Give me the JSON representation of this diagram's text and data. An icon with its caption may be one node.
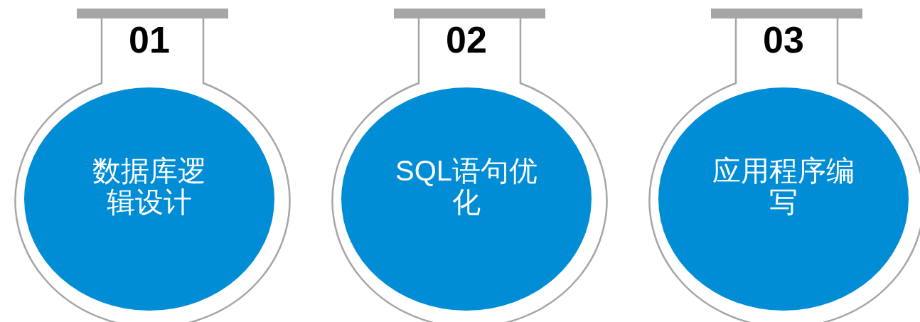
{
  "diagram": {
    "nodes": [
      {
        "text": [
          "01"
        ]
      },
      {
        "text": [
          "数据库逻辑设计"
        ],
        "in": 0
      },
      {
        "text": [
          "02"
        ]
      },
      {
        "text": [
          "SQL语句优化"
        ],
        "in": 2
      },
      {
        "text": [
          "03"
        ]
      },
      {
        "text": [
          "应用程序编写"
        ],
        "in": 4
      }
    ]
  }
}
